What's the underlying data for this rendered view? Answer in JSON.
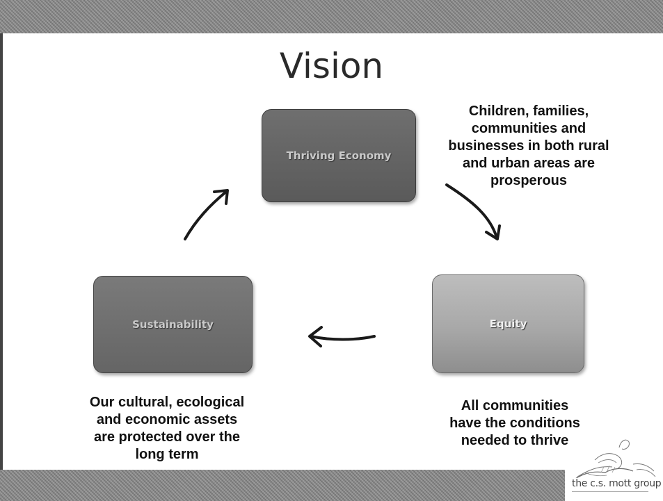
{
  "slide": {
    "title": "Vision"
  },
  "nodes": [
    {
      "id": "economy",
      "label": "Thriving Economy"
    },
    {
      "id": "equity",
      "label": "Equity"
    },
    {
      "id": "sustainability",
      "label": "Sustainability"
    }
  ],
  "notes": {
    "economy": "Children, families,\ncommunities and\nbusinesses in both rural\nand urban areas are\nprosperous",
    "equity": "All communities\nhave the conditions\nneeded to thrive",
    "sustainability": "Our cultural, ecological\nand economic assets\nare protected over the\nlong term"
  },
  "edges": [
    {
      "from": "economy",
      "to": "equity"
    },
    {
      "from": "equity",
      "to": "sustainability"
    },
    {
      "from": "sustainability",
      "to": "economy"
    }
  ],
  "logo": {
    "name": "the c.s. mott group"
  },
  "colors": {
    "band": "#8a8a8a",
    "economy_box": "#656565",
    "sustainability_box": "#707070",
    "equity_box": "#a8a8a8"
  }
}
